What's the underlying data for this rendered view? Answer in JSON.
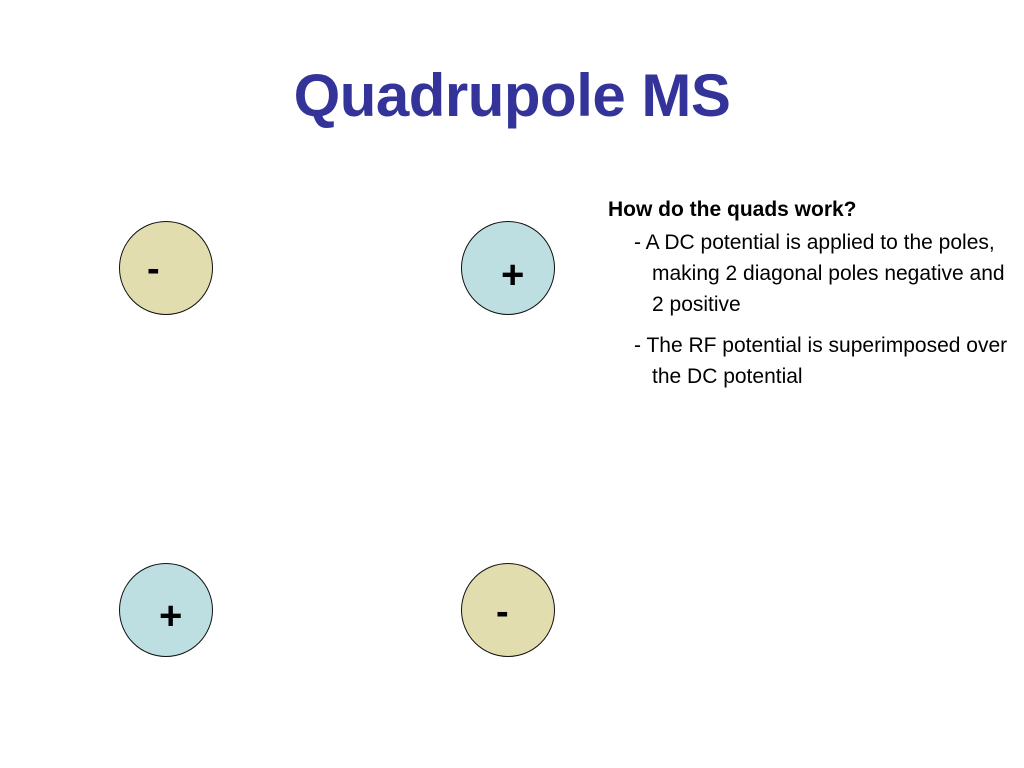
{
  "slide": {
    "title": "Quadrupole MS"
  },
  "diagram": {
    "poles": [
      {
        "id": "top-left",
        "sign": "-",
        "color": "#e2ddae"
      },
      {
        "id": "top-right",
        "sign": "+",
        "color": "#bddfe2"
      },
      {
        "id": "bottom-left",
        "sign": "+",
        "color": "#bddfe2"
      },
      {
        "id": "bottom-right",
        "sign": "-",
        "color": "#e2ddae"
      }
    ]
  },
  "explanation": {
    "heading": "How do the quads work?",
    "points": [
      "- A DC potential is applied to the poles, making 2 diagonal poles negative and 2 positive",
      "- The RF potential is superimposed over the DC potential"
    ]
  }
}
